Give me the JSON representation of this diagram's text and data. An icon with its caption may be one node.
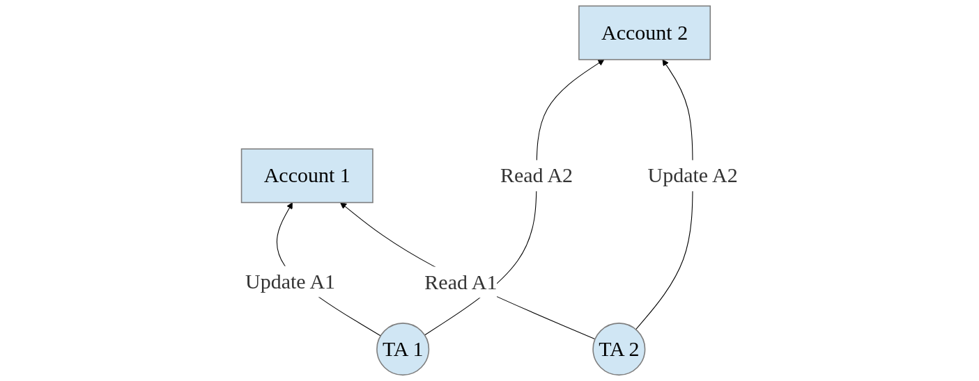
{
  "diagram": {
    "nodes": [
      {
        "text": [
          "Account 1"
        ]
      },
      {
        "text": [
          "Account 2"
        ]
      },
      {
        "text": [
          "TA 1"
        ]
      },
      {
        "text": [
          "TA 2"
        ]
      }
    ],
    "edges": [
      {
        "from": 2,
        "to": 0,
        "arrow": "to",
        "label": "Update A1"
      },
      {
        "from": 2,
        "to": 1,
        "arrow": "to",
        "label": "Read  A2"
      },
      {
        "from": 3,
        "to": 0,
        "arrow": "to",
        "label": "Read  A1"
      },
      {
        "from": 3,
        "to": 1,
        "arrow": "to",
        "label": "Update A2"
      }
    ]
  }
}
